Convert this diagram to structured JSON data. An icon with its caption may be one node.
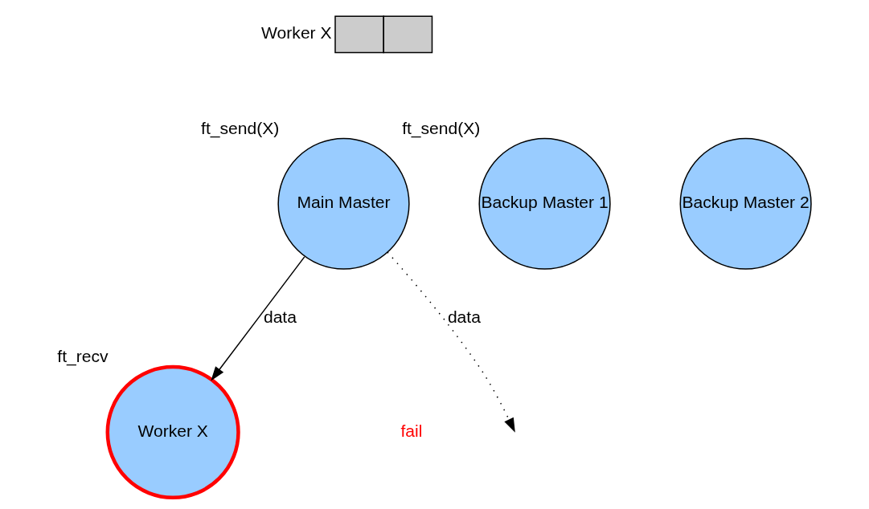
{
  "diagram": {
    "nodes": [
      {
        "text": [
          "Worker X"
        ]
      },
      {
        "text": [
          "Main Master"
        ],
        "beside": [
          "ft_send(X)"
        ]
      },
      {
        "text": [
          "Backup Master 1"
        ],
        "beside": [
          "ft_send(X)"
        ]
      },
      {
        "text": [
          "Backup Master 2"
        ]
      },
      {
        "text": [
          "Worker X"
        ],
        "beside": [
          "ft_recv"
        ]
      }
    ],
    "edges": [
      {
        "from": 1,
        "to": null,
        "arrow": "to",
        "label": "data",
        "style": "dashed"
      },
      {
        "from": 1,
        "to": 4,
        "arrow": "to",
        "label": "data"
      }
    ],
    "labels": [
      "fail"
    ]
  }
}
